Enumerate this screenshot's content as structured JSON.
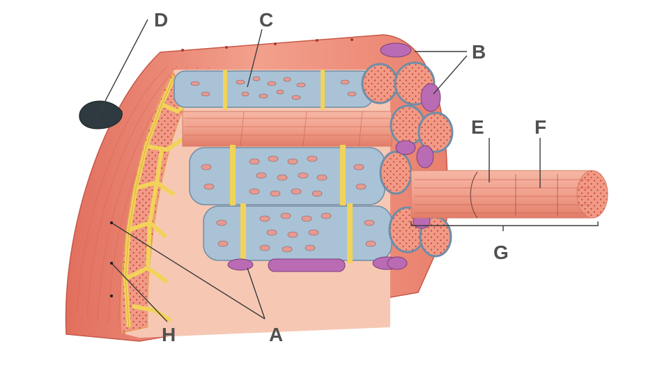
{
  "labels": {
    "A": "A",
    "B": "B",
    "C": "C",
    "D": "D",
    "E": "E",
    "F": "F",
    "G": "G",
    "H": "H"
  },
  "colors": {
    "sarcolemma": "#ec8674",
    "sarcolemma_dark": "#d7604f",
    "myofibril": "#f19a86",
    "myofibril_dots": "#c6453b",
    "reticulum": "#a9c2d6",
    "reticulum_dark": "#6f8da6",
    "t_tubule": "#f2d35a",
    "mitochondria": "#b96bb4",
    "nucleus": "#2f3a40",
    "label_text": "#505050"
  }
}
